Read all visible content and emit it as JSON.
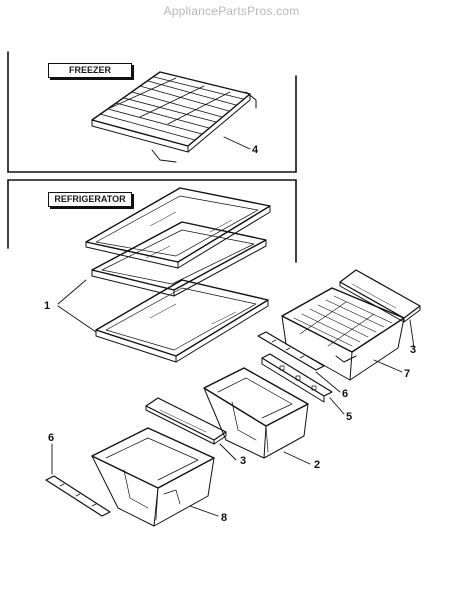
{
  "watermark": "AppliancePartsPros.com",
  "sections": {
    "freezer": "FREEZER",
    "refrigerator": "REFRIGERATOR"
  },
  "callouts": {
    "wire_shelf": "4",
    "glass_shelves": "1",
    "crisper_cover_right": "3",
    "deli_drawer": "7",
    "drawer_slide_right": "6",
    "drawer_rail_right": "5",
    "crisper_cover_center": "3",
    "crisper_drawer_center": "2",
    "drawer_slide_left": "6",
    "crisper_drawer_left": "8"
  }
}
